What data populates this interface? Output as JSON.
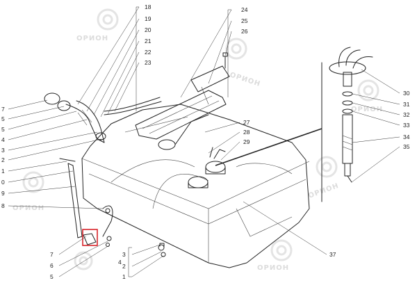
{
  "diagram": {
    "callouts_left": [
      "7",
      "5",
      "5",
      "4",
      "3",
      "2",
      "1",
      "0",
      "9",
      "8"
    ],
    "callouts_top_center": [
      "18",
      "19",
      "20",
      "21",
      "22",
      "23"
    ],
    "callouts_top_right": [
      "24",
      "25",
      "26"
    ],
    "callouts_mid": [
      "27",
      "28",
      "29"
    ],
    "callouts_right": [
      "30",
      "31",
      "32",
      "33",
      "34",
      "35"
    ],
    "callouts_bottom_left": [
      "7",
      "6",
      "5"
    ],
    "callouts_bottom_mid": [
      "3",
      "4",
      "2",
      "1"
    ],
    "callouts_bottom_right": [
      "37"
    ],
    "watermark": "ОРИОН",
    "highlight_color": "#d9242b"
  }
}
